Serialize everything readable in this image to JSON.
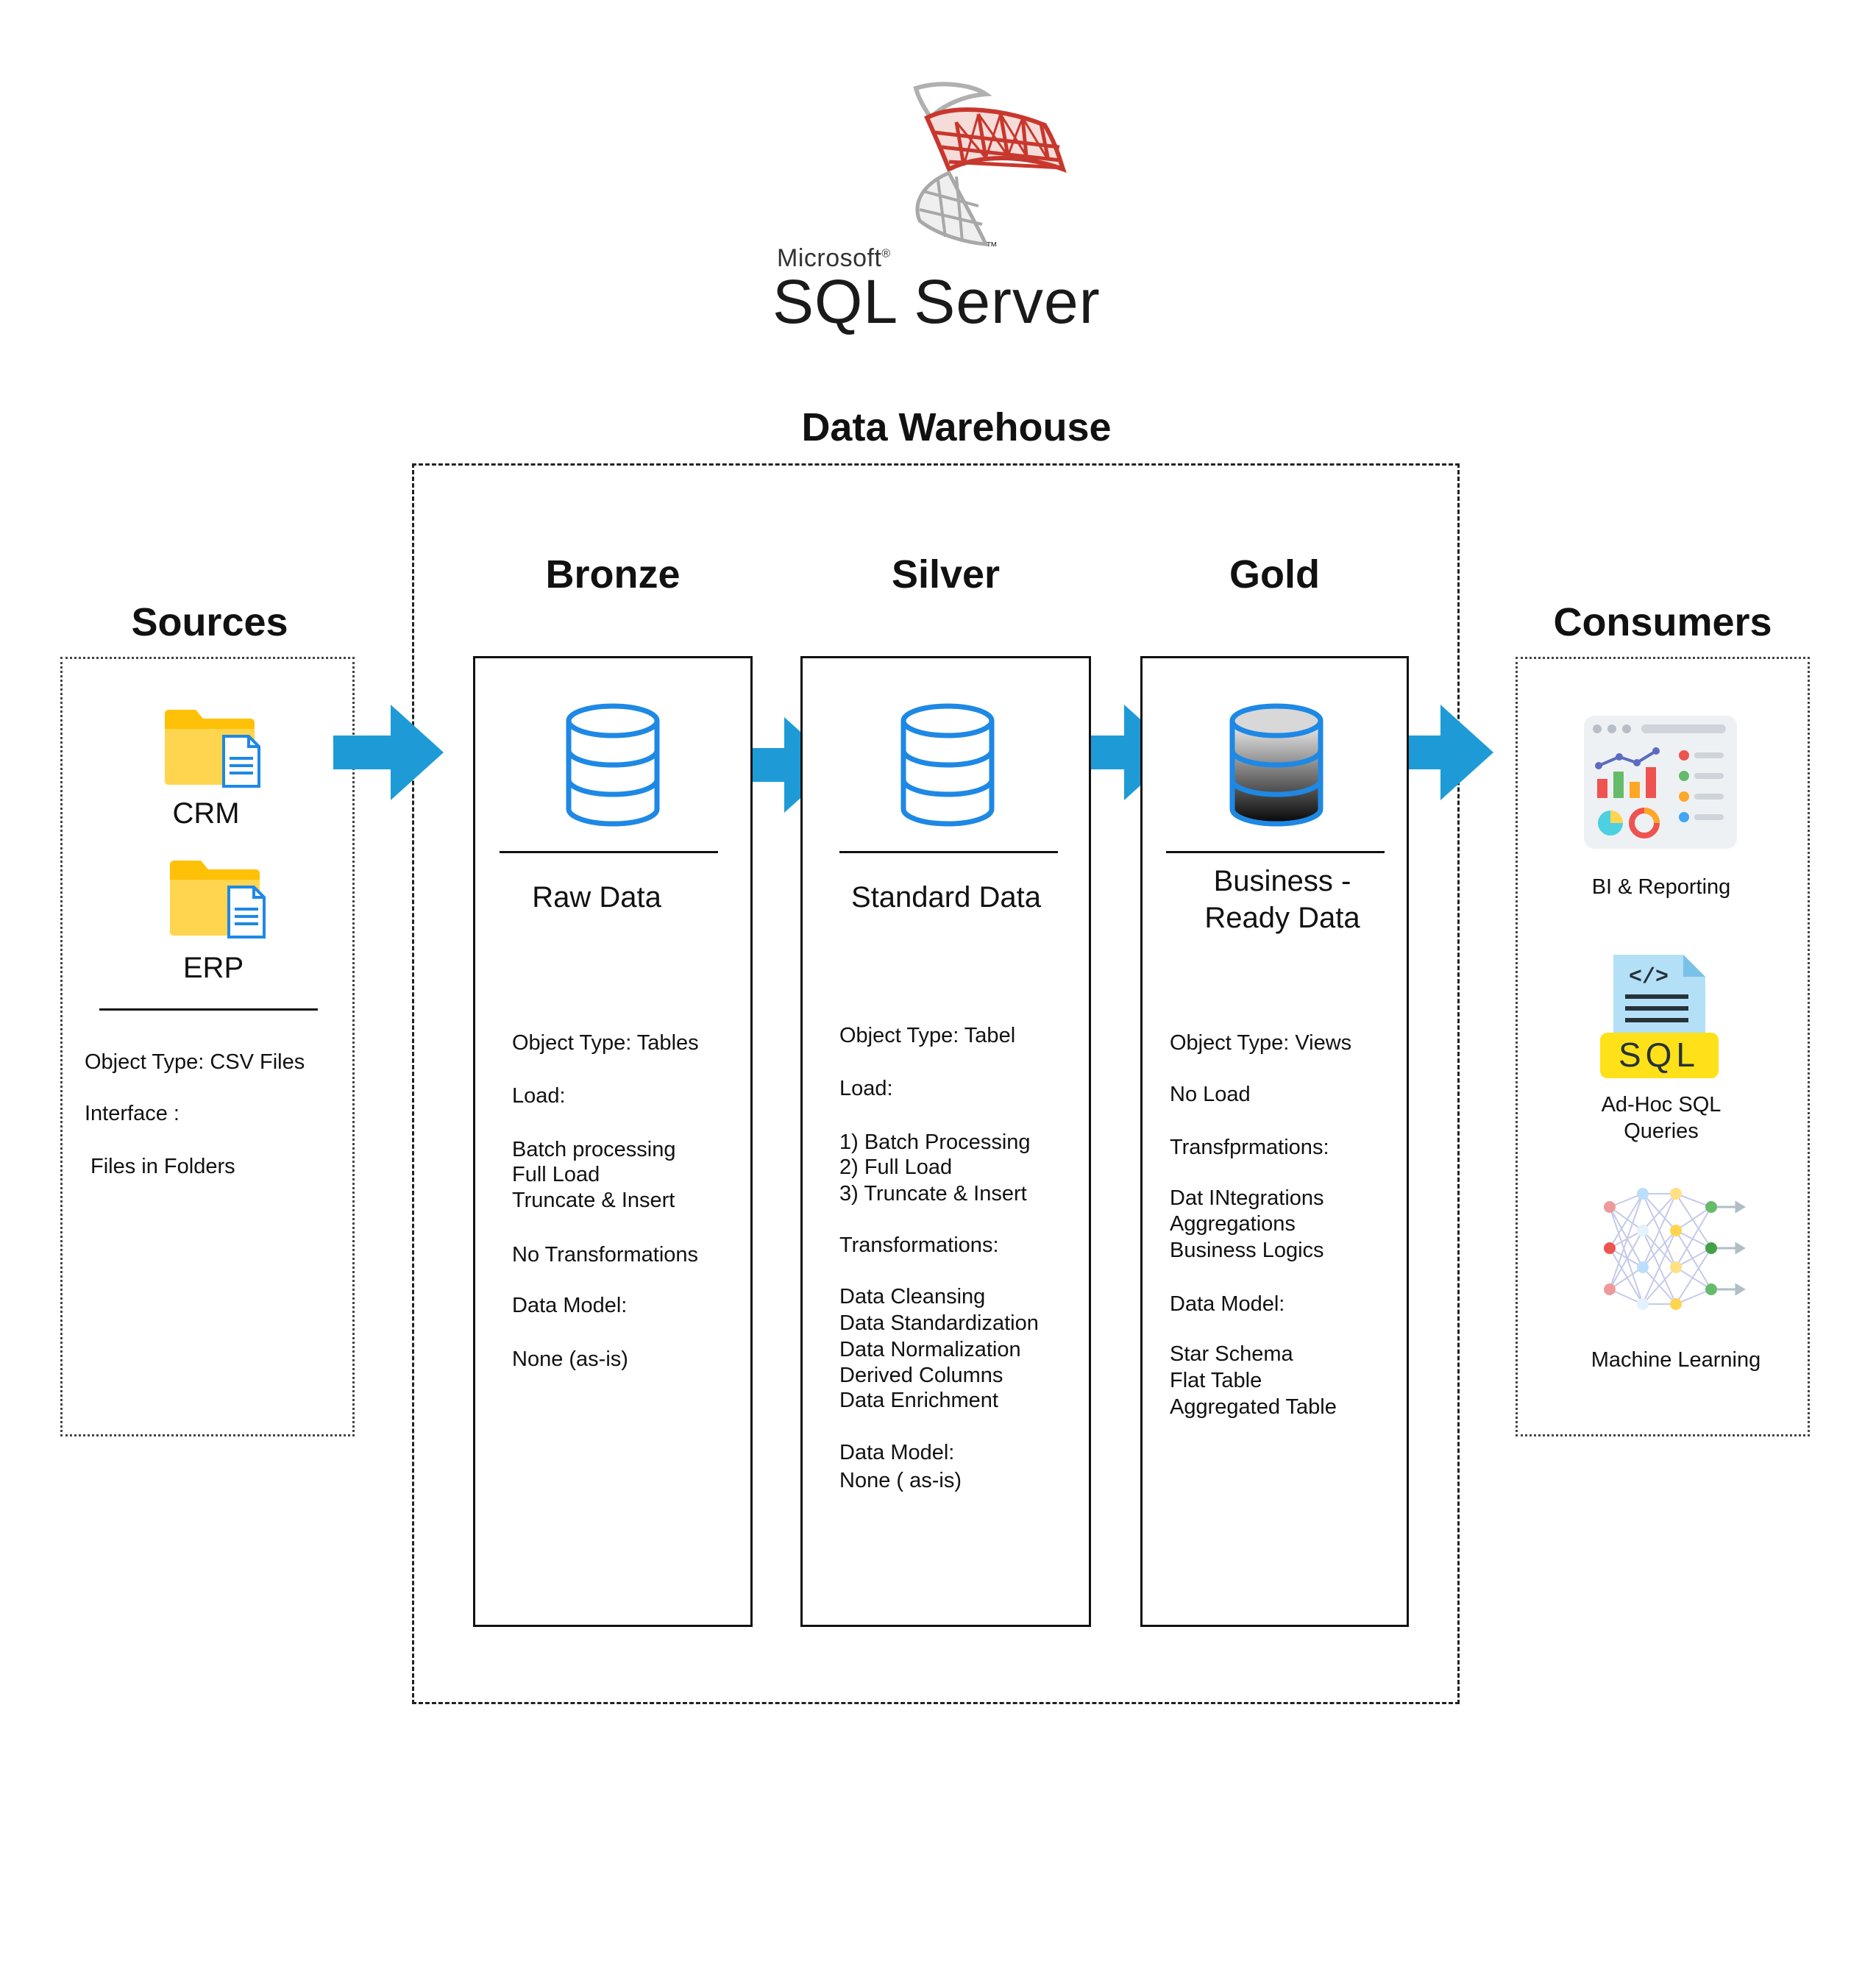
{
  "logo": {
    "brand_small": "Microsoft",
    "reg_mark": "®",
    "product": "SQL Server",
    "tm_mark": "™"
  },
  "warehouse": {
    "title": "Data Warehouse"
  },
  "sources": {
    "title": "Sources",
    "items": [
      "CRM",
      "ERP"
    ],
    "details": [
      "Object Type: CSV Files",
      "Interface :",
      "Files in Folders"
    ]
  },
  "bronze": {
    "title": "Bronze",
    "subtitle": "Raw Data",
    "details": [
      "Object Type: Tables",
      "Load:",
      "Batch processing",
      "Full Load",
      "Truncate & Insert",
      "No Transformations",
      "Data Model:",
      "None (as-is)"
    ]
  },
  "silver": {
    "title": "Silver",
    "subtitle": "Standard Data",
    "details": [
      "Object Type: Tabel",
      "Load:",
      "1) Batch Processing",
      "2) Full Load",
      "3) Truncate & Insert",
      "Transformations:",
      "Data Cleansing",
      "Data Standardization",
      "Data Normalization",
      "Derived Columns",
      "Data Enrichment",
      "Data Model:",
      "None ( as-is)"
    ]
  },
  "gold": {
    "title": "Gold",
    "subtitle_line1": "Business -",
    "subtitle_line2": "Ready Data",
    "details": [
      "Object Type: Views",
      "No Load",
      "Transfprmations:",
      "Dat INtegrations",
      "Aggregations",
      "Business Logics",
      "Data Model:",
      "Star Schema",
      "Flat Table",
      "Aggregated Table"
    ]
  },
  "consumers": {
    "title": "Consumers",
    "items": [
      {
        "label": "BI & Reporting",
        "icon": "bi-dashboard-icon"
      },
      {
        "label_line1": "Ad-Hoc SQL",
        "label_line2": "Queries",
        "icon": "sql-file-icon",
        "badge": "SQL",
        "code_glyph": "</>"
      },
      {
        "label": "Machine Learning",
        "icon": "neural-network-icon"
      }
    ]
  },
  "colors": {
    "arrow_blue": "#1E9BD7",
    "db_blue": "#1E88E5",
    "folder_yellow": "#FFCA28",
    "logo_red": "#C8372D",
    "sql_badge_yellow": "#FFE11A"
  }
}
